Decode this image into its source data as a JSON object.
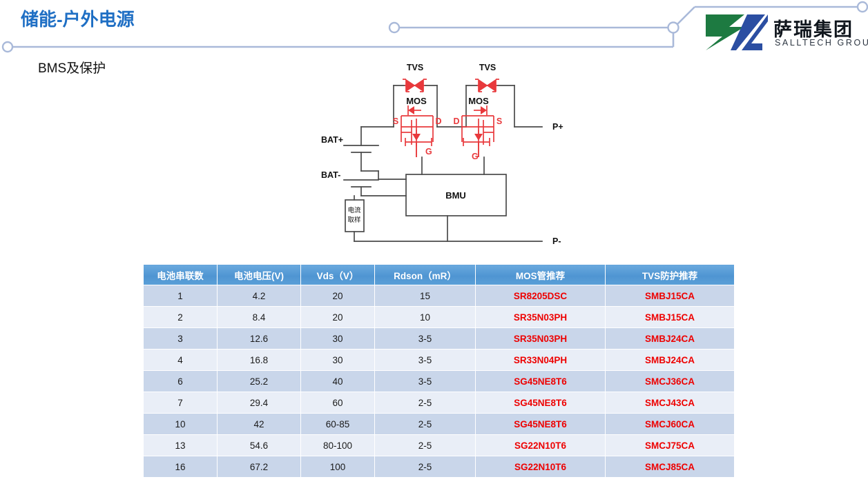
{
  "header": {
    "title": "储能-户外电源",
    "subtitle": "BMS及保护"
  },
  "logo": {
    "cn_name": "萨瑞集团",
    "en_name": "SALLTECH GROUP",
    "green": "#1d7a41",
    "blue": "#2b4ea2"
  },
  "colors": {
    "title_blue": "#1f6fc4",
    "deco_line": "#a9b9d9",
    "table_header": "#4f95d2",
    "row_odd": "#c9d6ea",
    "row_even": "#e9eef7",
    "part_red": "#ee0000",
    "circuit_red": "#e8393c",
    "circuit_black": "#4a4a4a"
  },
  "circuit": {
    "labels": {
      "tvs_left": "TVS",
      "tvs_right": "TVS",
      "mos_left": "MOS",
      "mos_right": "MOS",
      "s_left": "S",
      "d_left": "D",
      "g_left": "G",
      "d_right": "D",
      "s_right": "S",
      "g_right": "G",
      "bat_plus": "BAT+",
      "bat_minus": "BAT-",
      "p_plus": "P+",
      "p_minus": "P-",
      "bmu": "BMU",
      "shunt_line1": "电流",
      "shunt_line2": "取样"
    }
  },
  "table": {
    "columns": [
      "电池串联数",
      "电池电压(V)",
      "Vds（V）",
      "Rdson（mR）",
      "MOS管推荐",
      "TVS防护推荐"
    ],
    "rows": [
      [
        "1",
        "4.2",
        "20",
        "15",
        "SR8205DSC",
        "SMBJ15CA"
      ],
      [
        "2",
        "8.4",
        "20",
        "10",
        "SR35N03PH",
        "SMBJ15CA"
      ],
      [
        "3",
        "12.6",
        "30",
        "3-5",
        "SR35N03PH",
        "SMBJ24CA"
      ],
      [
        "4",
        "16.8",
        "30",
        "3-5",
        "SR33N04PH",
        "SMBJ24CA"
      ],
      [
        "6",
        "25.2",
        "40",
        "3-5",
        "SG45NE8T6",
        "SMCJ36CA"
      ],
      [
        "7",
        "29.4",
        "60",
        "2-5",
        "SG45NE8T6",
        "SMCJ43CA"
      ],
      [
        "10",
        "42",
        "60-85",
        "2-5",
        "SG45NE8T6",
        "SMCJ60CA"
      ],
      [
        "13",
        "54.6",
        "80-100",
        "2-5",
        "SG22N10T6",
        "SMCJ75CA"
      ],
      [
        "16",
        "67.2",
        "100",
        "2-5",
        "SG22N10T6",
        "SMCJ85CA"
      ]
    ]
  }
}
